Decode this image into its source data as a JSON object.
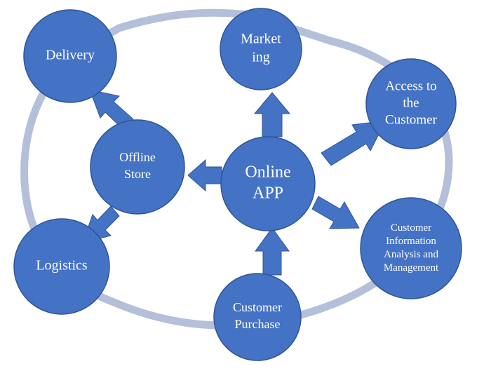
{
  "diagram": {
    "colors": {
      "node_fill": "#4472C4",
      "node_stroke": "#2F5597",
      "ring": "#B4C0DA",
      "arrow": "#4472C4",
      "text": "#FFFFFF",
      "background": "#FFFFFF"
    },
    "nodes": {
      "delivery": {
        "lines": [
          "Delivery"
        ]
      },
      "marketing": {
        "lines": [
          "Market",
          "ing"
        ]
      },
      "access": {
        "lines": [
          "Access to",
          "the",
          "Customer"
        ]
      },
      "offline": {
        "lines": [
          "Offline",
          "Store"
        ]
      },
      "online": {
        "lines": [
          "Online",
          "APP"
        ]
      },
      "info": {
        "lines": [
          "Customer",
          "Information",
          "Analysis and",
          "Management"
        ]
      },
      "logistics": {
        "lines": [
          "Logistics"
        ]
      },
      "purchase": {
        "lines": [
          "Customer",
          "Purchase"
        ]
      }
    }
  }
}
